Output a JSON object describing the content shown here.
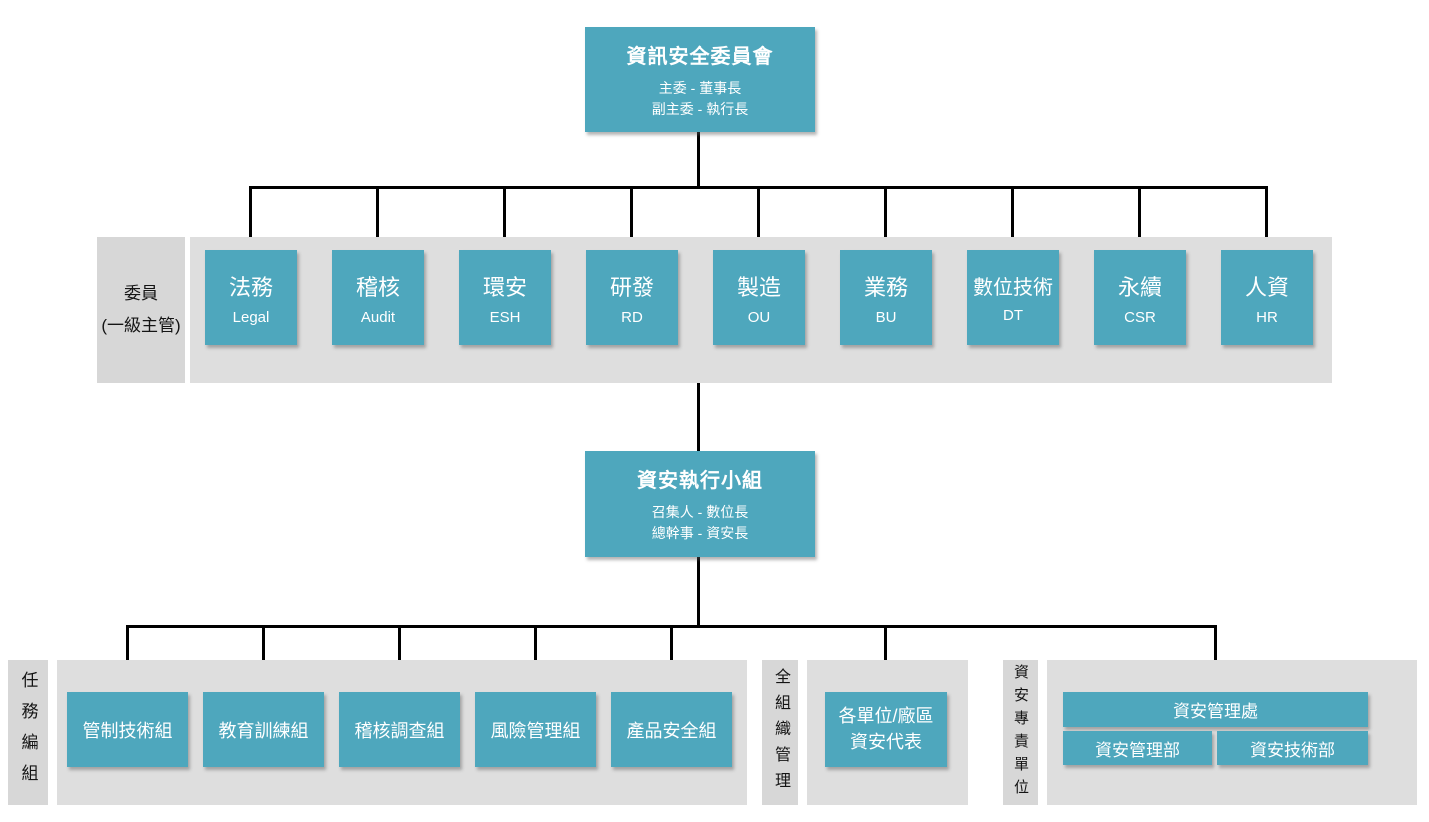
{
  "colors": {
    "box_teal": "#4EA7BD",
    "band_gray": "#DEDEDE",
    "label_gray": "#D7D7D7",
    "connector": "#000000",
    "box_text": "#FFFFFF"
  },
  "top_committee": {
    "title": "資訊安全委員會",
    "subtitle_line1": "主委 - 董事長",
    "subtitle_line2": "副主委 - 執行長"
  },
  "members_row": {
    "label_line1": "委員",
    "label_line2": "(一級主管)",
    "members": [
      {
        "zh": "法務",
        "en": "Legal"
      },
      {
        "zh": "稽核",
        "en": "Audit"
      },
      {
        "zh": "環安",
        "en": "ESH"
      },
      {
        "zh": "研發",
        "en": "RD"
      },
      {
        "zh": "製造",
        "en": "OU"
      },
      {
        "zh": "業務",
        "en": "BU"
      },
      {
        "zh": "數位技術",
        "en": "DT"
      },
      {
        "zh": "永續",
        "en": "CSR"
      },
      {
        "zh": "人資",
        "en": "HR"
      }
    ]
  },
  "exec_team": {
    "title": "資安執行小組",
    "subtitle_line1": "召集人 - 數位長",
    "subtitle_line2": "總幹事 - 資安長"
  },
  "task_group": {
    "label": "任務編組",
    "items": [
      "管制技術組",
      "教育訓練組",
      "稽核調查組",
      "風險管理組",
      "產品安全組"
    ]
  },
  "org_wide": {
    "label": "全組織管理",
    "rep_line1": "各單位/廠區",
    "rep_line2": "資安代表"
  },
  "dedicated_unit": {
    "label": "資安專責單位",
    "division": "資安管理處",
    "departments": [
      "資安管理部",
      "資安技術部"
    ]
  }
}
